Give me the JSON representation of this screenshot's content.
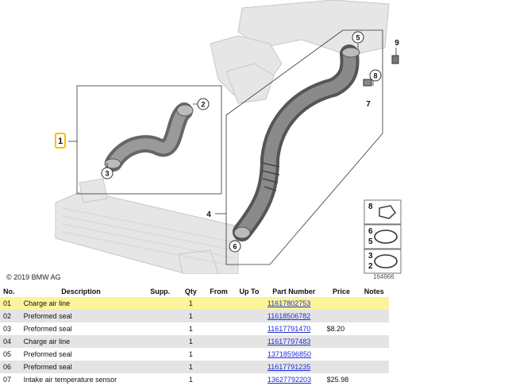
{
  "diagram": {
    "callouts": [
      "1",
      "2",
      "3",
      "4",
      "5",
      "6",
      "7",
      "8",
      "9"
    ],
    "legend_callouts": [
      "8",
      "6",
      "5",
      "3",
      "2"
    ],
    "copyright": "© 2019 BMW AG",
    "diagram_number": "164966",
    "colors": {
      "highlight": "#f2c200",
      "selected_row": "#faf49a",
      "link": "#1f2fd8"
    }
  },
  "table": {
    "headers": {
      "no": "No.",
      "description": "Description",
      "supp": "Supp.",
      "qty": "Qty",
      "from": "From",
      "up_to": "Up To",
      "part_number": "Part Number",
      "price": "Price",
      "notes": "Notes"
    },
    "rows": [
      {
        "no": "01",
        "description": "Charge air line",
        "supp": "",
        "qty": "1",
        "from": "",
        "up_to": "",
        "part_number": "11617802753",
        "price": "",
        "notes": ""
      },
      {
        "no": "02",
        "description": "Preformed seal",
        "supp": "",
        "qty": "1",
        "from": "",
        "up_to": "",
        "part_number": "11618506782",
        "price": "",
        "notes": ""
      },
      {
        "no": "03",
        "description": "Preformed seal",
        "supp": "",
        "qty": "1",
        "from": "",
        "up_to": "",
        "part_number": "11617791470",
        "price": "$8.20",
        "notes": ""
      },
      {
        "no": "04",
        "description": "Charge air line",
        "supp": "",
        "qty": "1",
        "from": "",
        "up_to": "",
        "part_number": "11617797483",
        "price": "",
        "notes": ""
      },
      {
        "no": "05",
        "description": "Preformed seal",
        "supp": "",
        "qty": "1",
        "from": "",
        "up_to": "",
        "part_number": "13718596850",
        "price": "",
        "notes": ""
      },
      {
        "no": "06",
        "description": "Preformed seal",
        "supp": "",
        "qty": "1",
        "from": "",
        "up_to": "",
        "part_number": "11617791235",
        "price": "",
        "notes": ""
      },
      {
        "no": "07",
        "description": "Intake air temperature sensor",
        "supp": "",
        "qty": "1",
        "from": "",
        "up_to": "",
        "part_number": "13627792203",
        "price": "$25.98",
        "notes": ""
      }
    ]
  }
}
